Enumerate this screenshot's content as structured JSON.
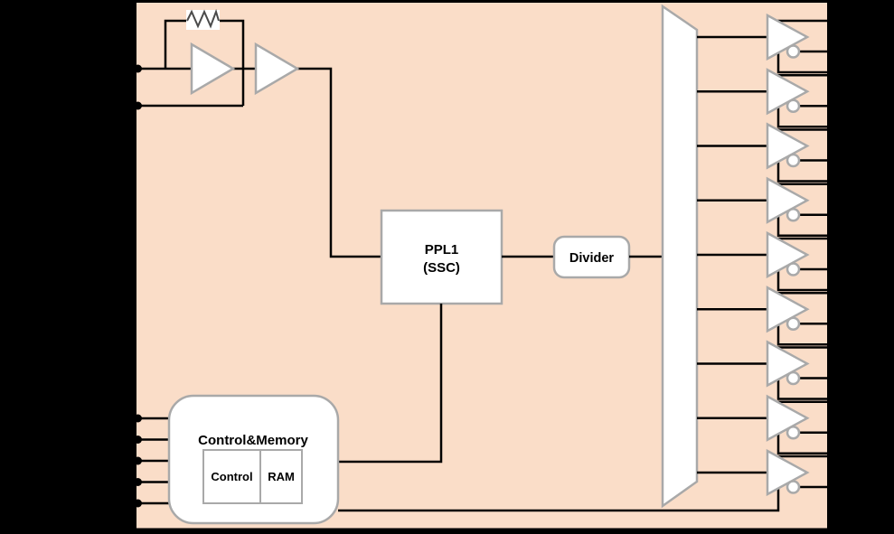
{
  "diagram": {
    "pll_line1": "PPL1",
    "pll_line2": "(SSC)",
    "divider_label": "Divider",
    "control_memory_title": "Control&Memory",
    "control_label": "Control",
    "ram_label": "RAM"
  },
  "counts": {
    "output_buffers": 9,
    "control_input_pins": 5,
    "oscillator_input_pins": 2
  },
  "colors": {
    "canvas_background": "#000000",
    "chip_fill": "#faddc8",
    "chip_border": "#000000",
    "component_fill": "#ffffff",
    "component_border": "#a9a9a9",
    "wire": "#000000"
  }
}
